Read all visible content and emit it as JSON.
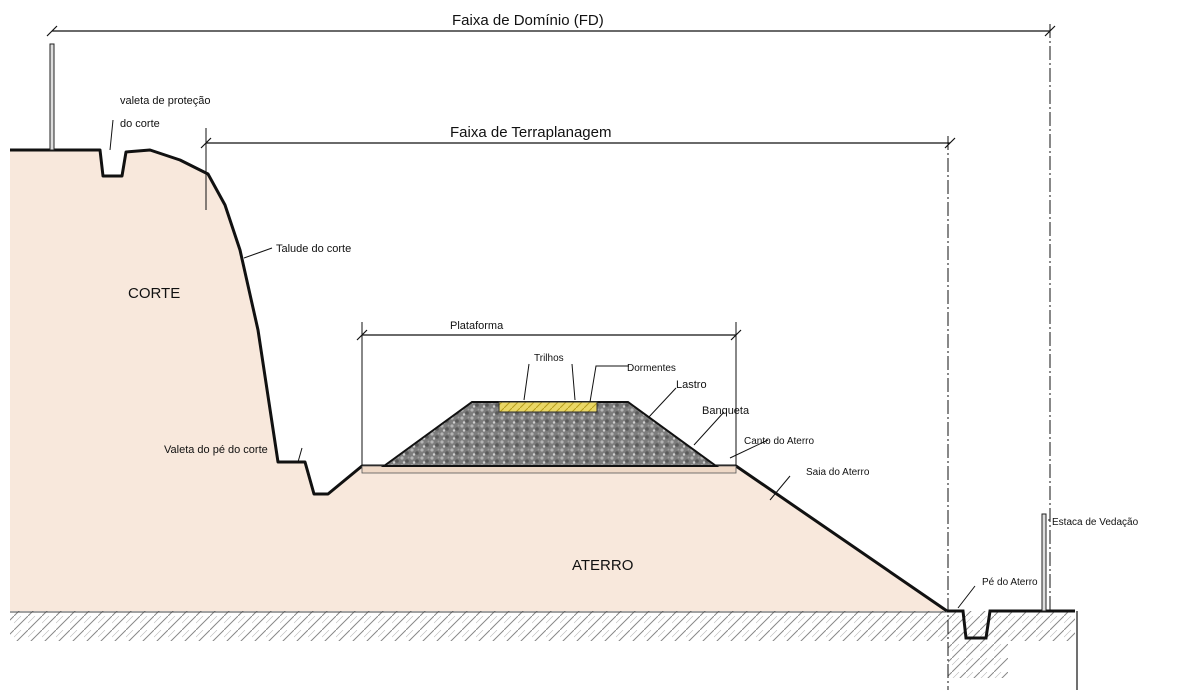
{
  "labels": {
    "faixa_dominio": "Faixa de Domínio (FD)",
    "faixa_terraplanagem": "Faixa de Terraplanagem",
    "valeta_protecao_l1": "valeta de proteção",
    "valeta_protecao_l2": "do corte",
    "talude_corte": "Talude do corte",
    "corte": "CORTE",
    "plataforma": "Plataforma",
    "trilhos": "Trilhos",
    "dormentes": "Dormentes",
    "lastro": "Lastro",
    "banqueta": "Banqueta",
    "canto_aterro": "Canto do Aterro",
    "valeta_pe_corte": "Valeta do pé do corte",
    "saia_aterro": "Saia do Aterro",
    "aterro": "ATERRO",
    "estaca_vedacao": "Estaca de Vedação",
    "pe_aterro": "Pé do Aterro"
  },
  "colors": {
    "soil_fill": "#f8e8dc",
    "outline": "#111111",
    "ballast": "#8c8c8c",
    "sleepers": "#e8d24a",
    "hatch": "#777777"
  }
}
